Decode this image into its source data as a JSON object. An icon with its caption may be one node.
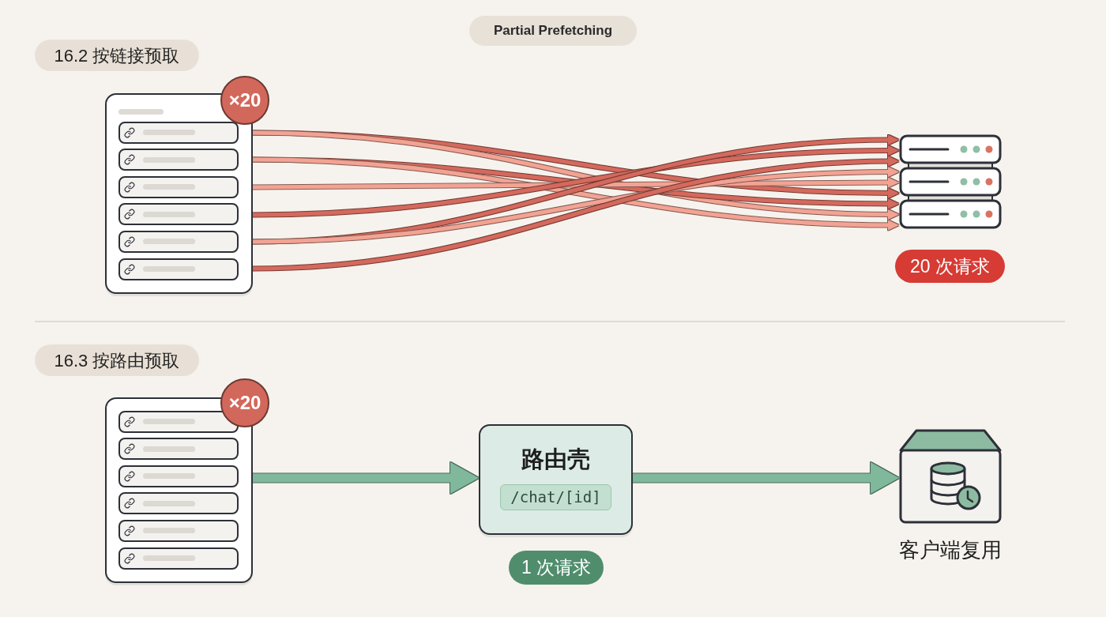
{
  "diagram": {
    "title": "Partial Prefetching",
    "nodes": [
      {
        "text": [
          "16.2 按链接预取"
        ]
      },
      {
        "text": [],
        "shape": "picture"
      },
      {
        "text": [
          "×20"
        ]
      },
      {
        "text": [],
        "shape": "picture",
        "beside": [
          "20 次请求"
        ]
      },
      {
        "text": [
          "16.3 按路由预取"
        ]
      },
      {
        "text": [],
        "shape": "picture"
      },
      {
        "text": [
          "×20"
        ]
      },
      {
        "text": [
          "路由壳",
          "/chat/[id]"
        ],
        "beside": [
          "1 次请求"
        ]
      },
      {
        "text": [],
        "shape": "picture",
        "beside": [
          "客户端复用"
        ]
      }
    ],
    "edges": [
      {
        "from": 1,
        "to": 3,
        "arrow": "to"
      },
      {
        "from": 1,
        "to": 3,
        "arrow": "to",
        "color": "#f2a393"
      },
      {
        "from": 1,
        "to": 3,
        "arrow": "to"
      },
      {
        "from": 1,
        "to": 3,
        "arrow": "to",
        "color": "#f2a393"
      },
      {
        "from": 1,
        "to": 3,
        "arrow": "to",
        "color": "#f2a393"
      },
      {
        "from": 1,
        "to": 3,
        "arrow": "to"
      },
      {
        "from": 1,
        "to": 3,
        "arrow": "to"
      },
      {
        "from": 1,
        "to": 3,
        "arrow": "to",
        "color": "#f2a393"
      },
      {
        "from": 1,
        "to": 3,
        "arrow": "to"
      },
      {
        "from": 5,
        "to": 7,
        "arrow": "to",
        "style": "thick",
        "color": "#80b89c"
      },
      {
        "from": 7,
        "to": 8,
        "arrow": "to",
        "style": "thick",
        "color": "#80b89c"
      }
    ]
  }
}
